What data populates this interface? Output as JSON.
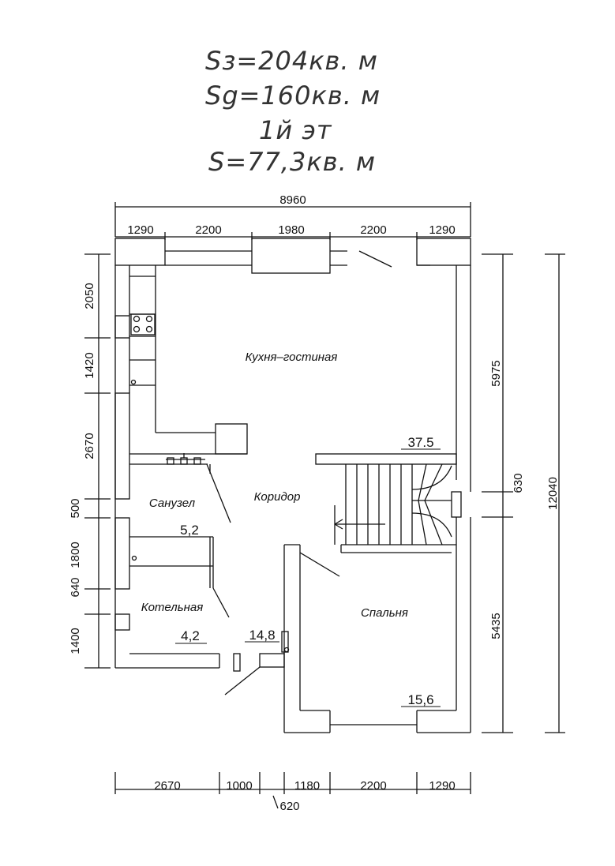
{
  "header": {
    "total_area": "Sз=204кв. м",
    "living_area": "Sg=160кв. м",
    "floor": "1й  эт",
    "floor_area": "S=77,3кв. м"
  },
  "dims": {
    "top_total": "8960",
    "top": [
      "1290",
      "2200",
      "1980",
      "2200",
      "1290"
    ],
    "left": [
      "2050",
      "1420",
      "2670",
      "500",
      "1800",
      "640",
      "1400"
    ],
    "right_inner": [
      "5975",
      "630",
      "5435"
    ],
    "right_total": "12040",
    "bottom": [
      "2670",
      "1000",
      "1180",
      "2200",
      "1290"
    ],
    "bottom_extra": "620"
  },
  "rooms": {
    "kitchen": {
      "name": "Кухня–гостиная",
      "area": "37.5"
    },
    "corridor": {
      "name": "Коридор",
      "area": "14,8"
    },
    "bathroom": {
      "name": "Санузел",
      "area": "5,2"
    },
    "boiler": {
      "name": "Котельная",
      "area": "4,2"
    },
    "bedroom": {
      "name": "Спальня",
      "area": "15,6"
    }
  }
}
